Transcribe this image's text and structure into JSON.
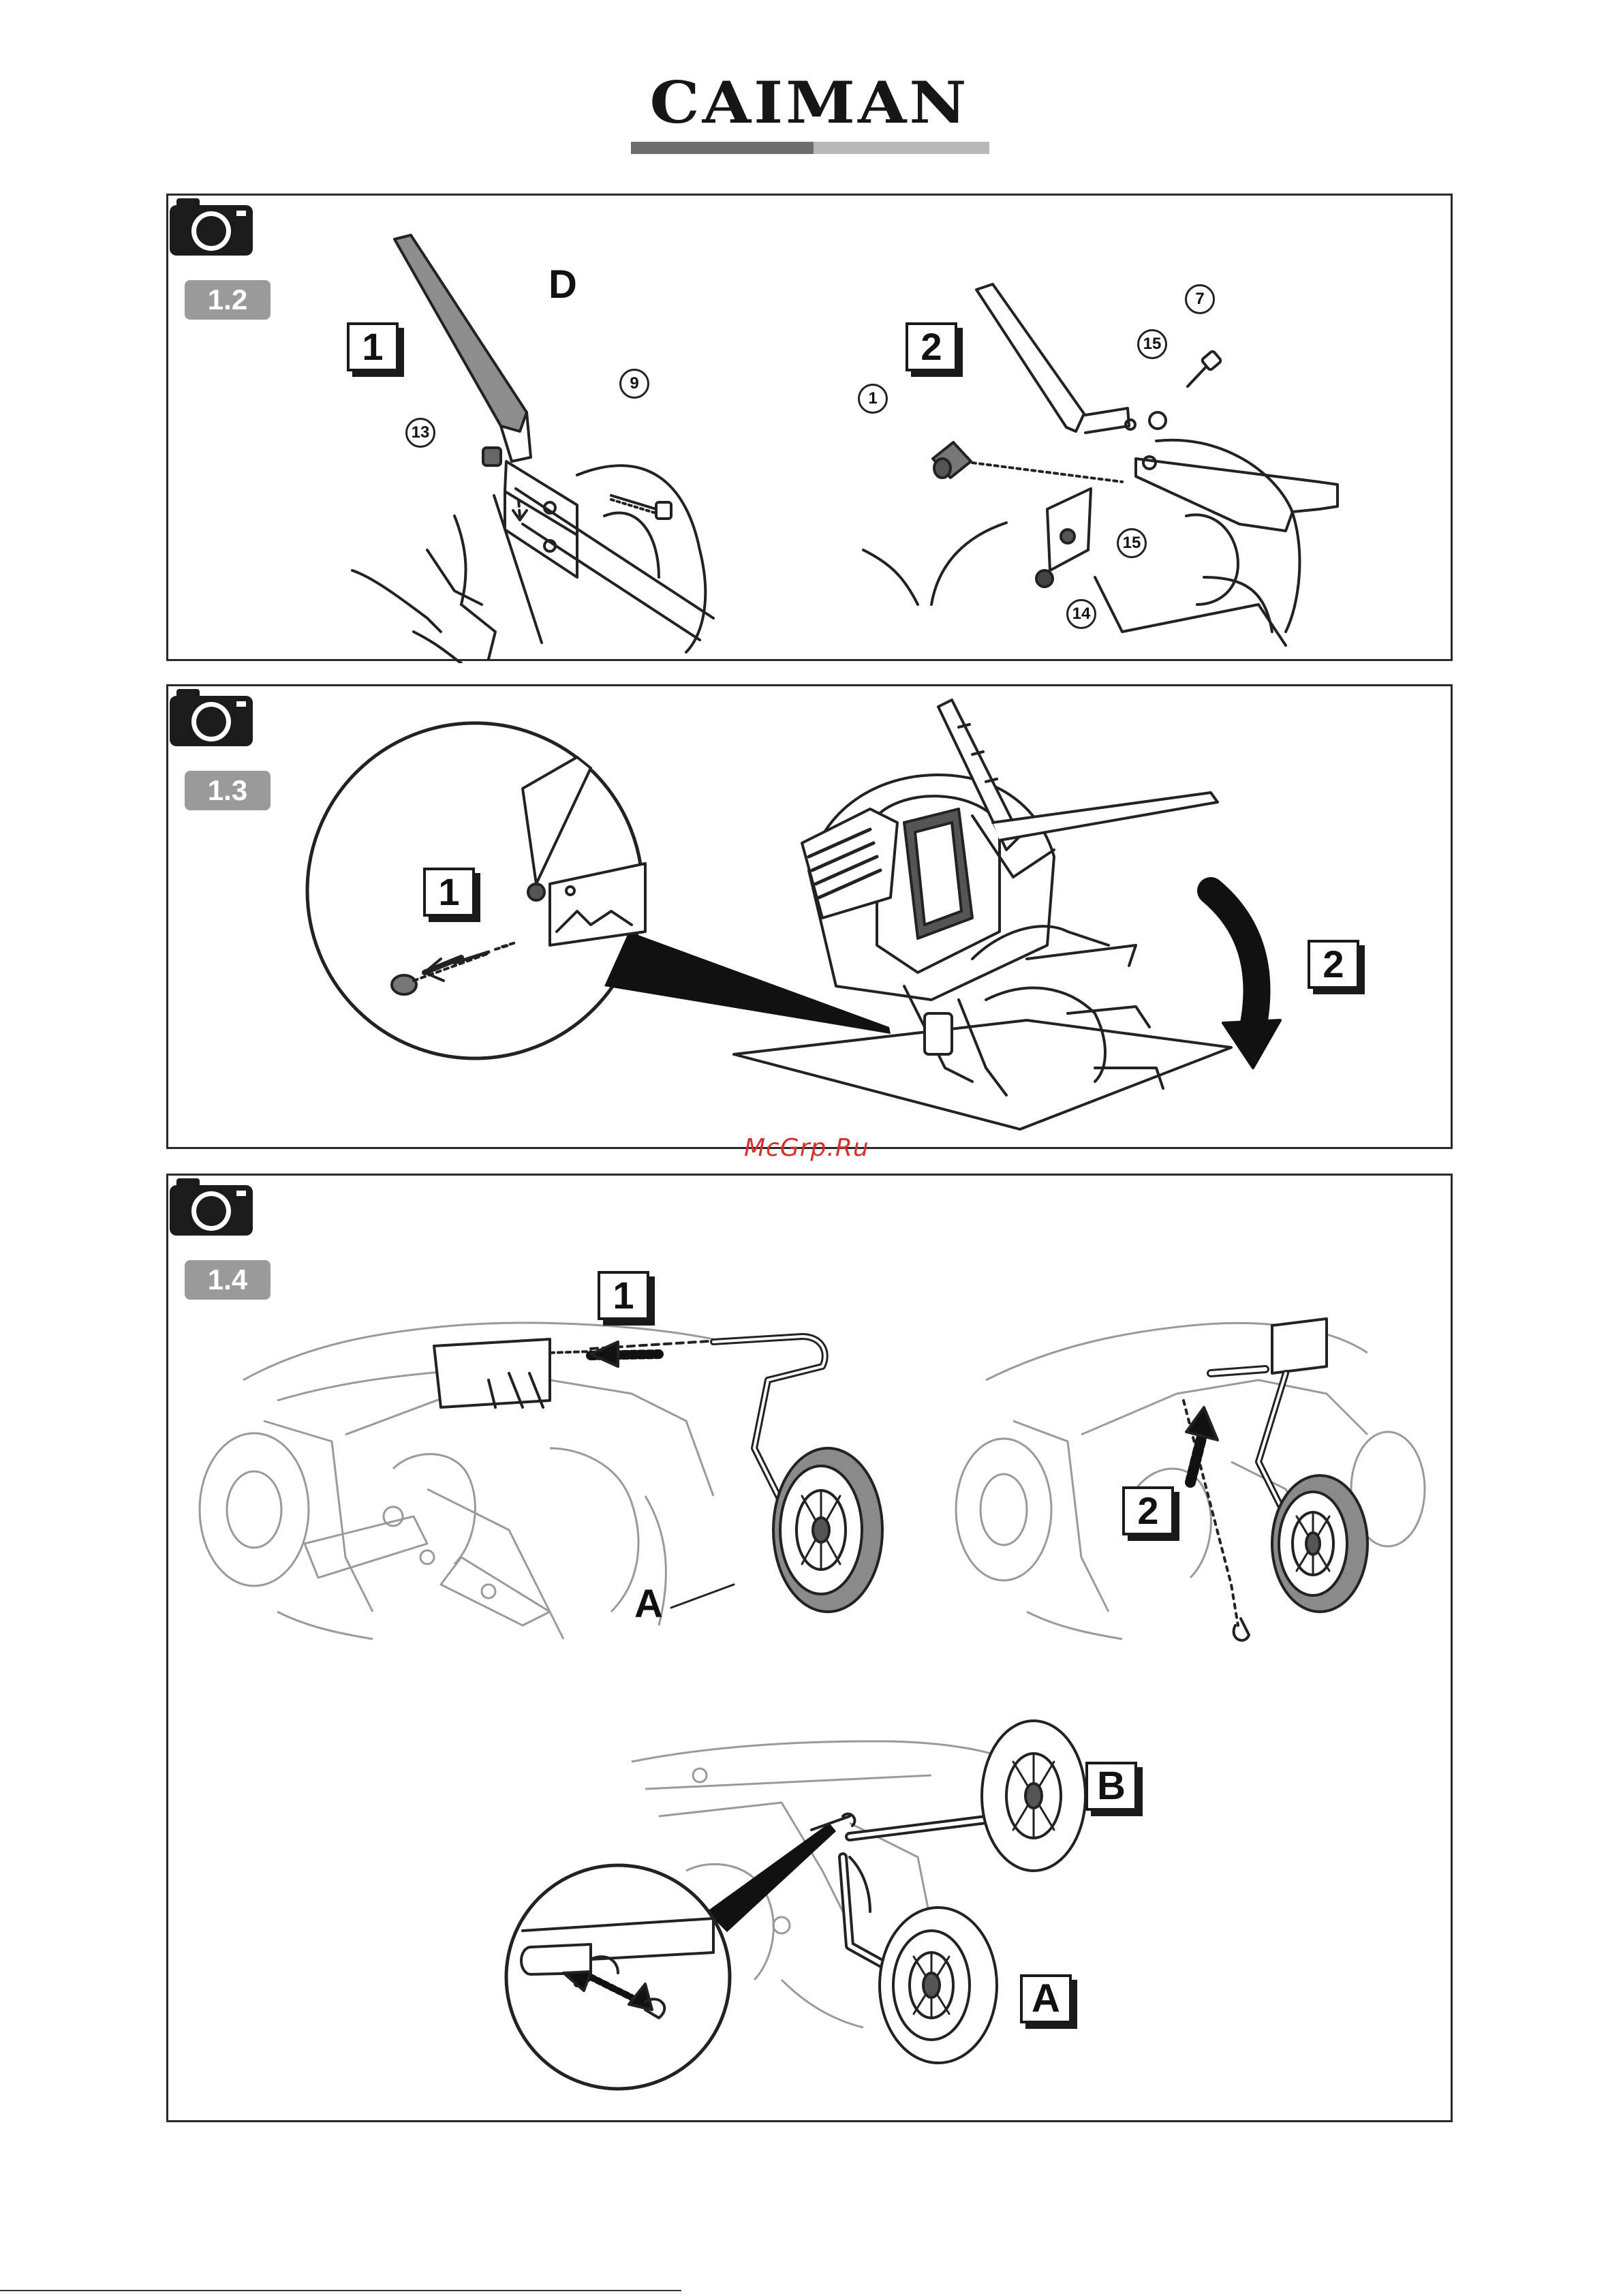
{
  "brand": {
    "name": "CAIMAN"
  },
  "watermark": "McGrp.Ru",
  "panels": [
    {
      "badge": "1.2",
      "steps": [
        "1",
        "2"
      ],
      "letters": [
        "D"
      ],
      "part_numbers": [
        "13",
        "9",
        "1",
        "15",
        "7",
        "15",
        "14"
      ]
    },
    {
      "badge": "1.3",
      "steps": [
        "1",
        "2"
      ]
    },
    {
      "badge": "1.4",
      "steps": [
        "1",
        "2"
      ],
      "letters": [
        "A",
        "B",
        "A"
      ]
    }
  ],
  "icons": [
    "camera-icon"
  ]
}
